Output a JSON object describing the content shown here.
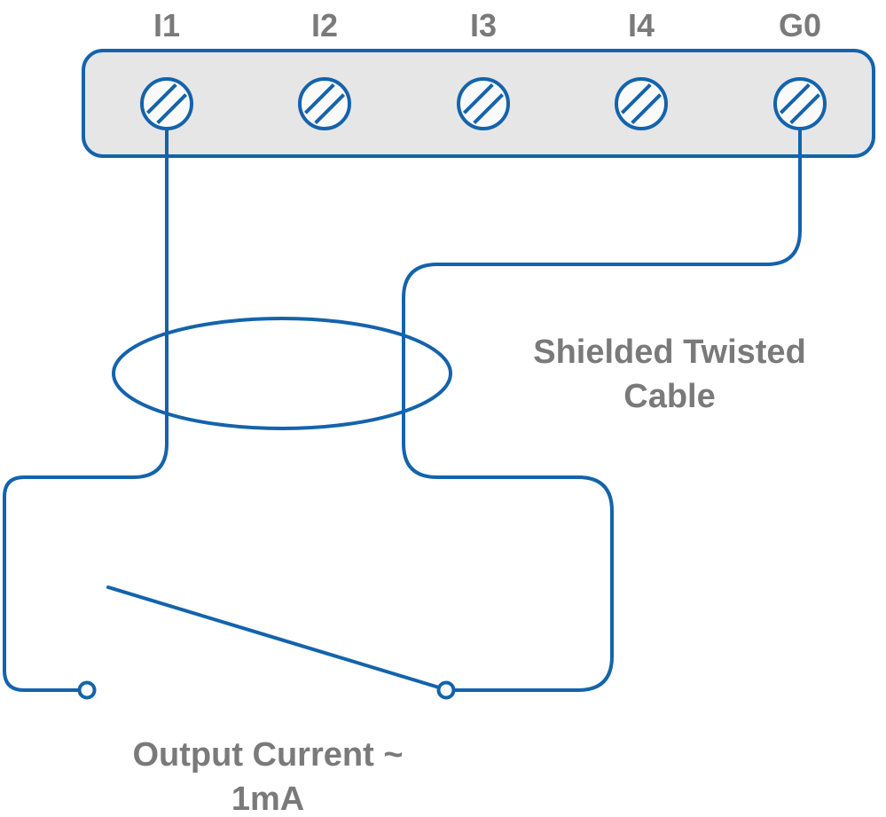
{
  "terminal_block": {
    "terminals": [
      {
        "label": "I1"
      },
      {
        "label": "I2"
      },
      {
        "label": "I3"
      },
      {
        "label": "I4"
      },
      {
        "label": "G0"
      }
    ]
  },
  "annotations": {
    "cable": {
      "line1": "Shielded Twisted",
      "line2": "Cable"
    },
    "output": {
      "line1": "Output Current ~",
      "line2": "1mA"
    }
  },
  "colors": {
    "wire_blue": "#1463ac",
    "block_fill": "#e6e6e7",
    "terminal_fill": "#fafafa",
    "label_gray": "#7a7a7a",
    "background": "#ffffff"
  },
  "icons": {
    "terminal_screw": "screw-terminal-icon",
    "switch_contact": "switch-contact-icon"
  }
}
